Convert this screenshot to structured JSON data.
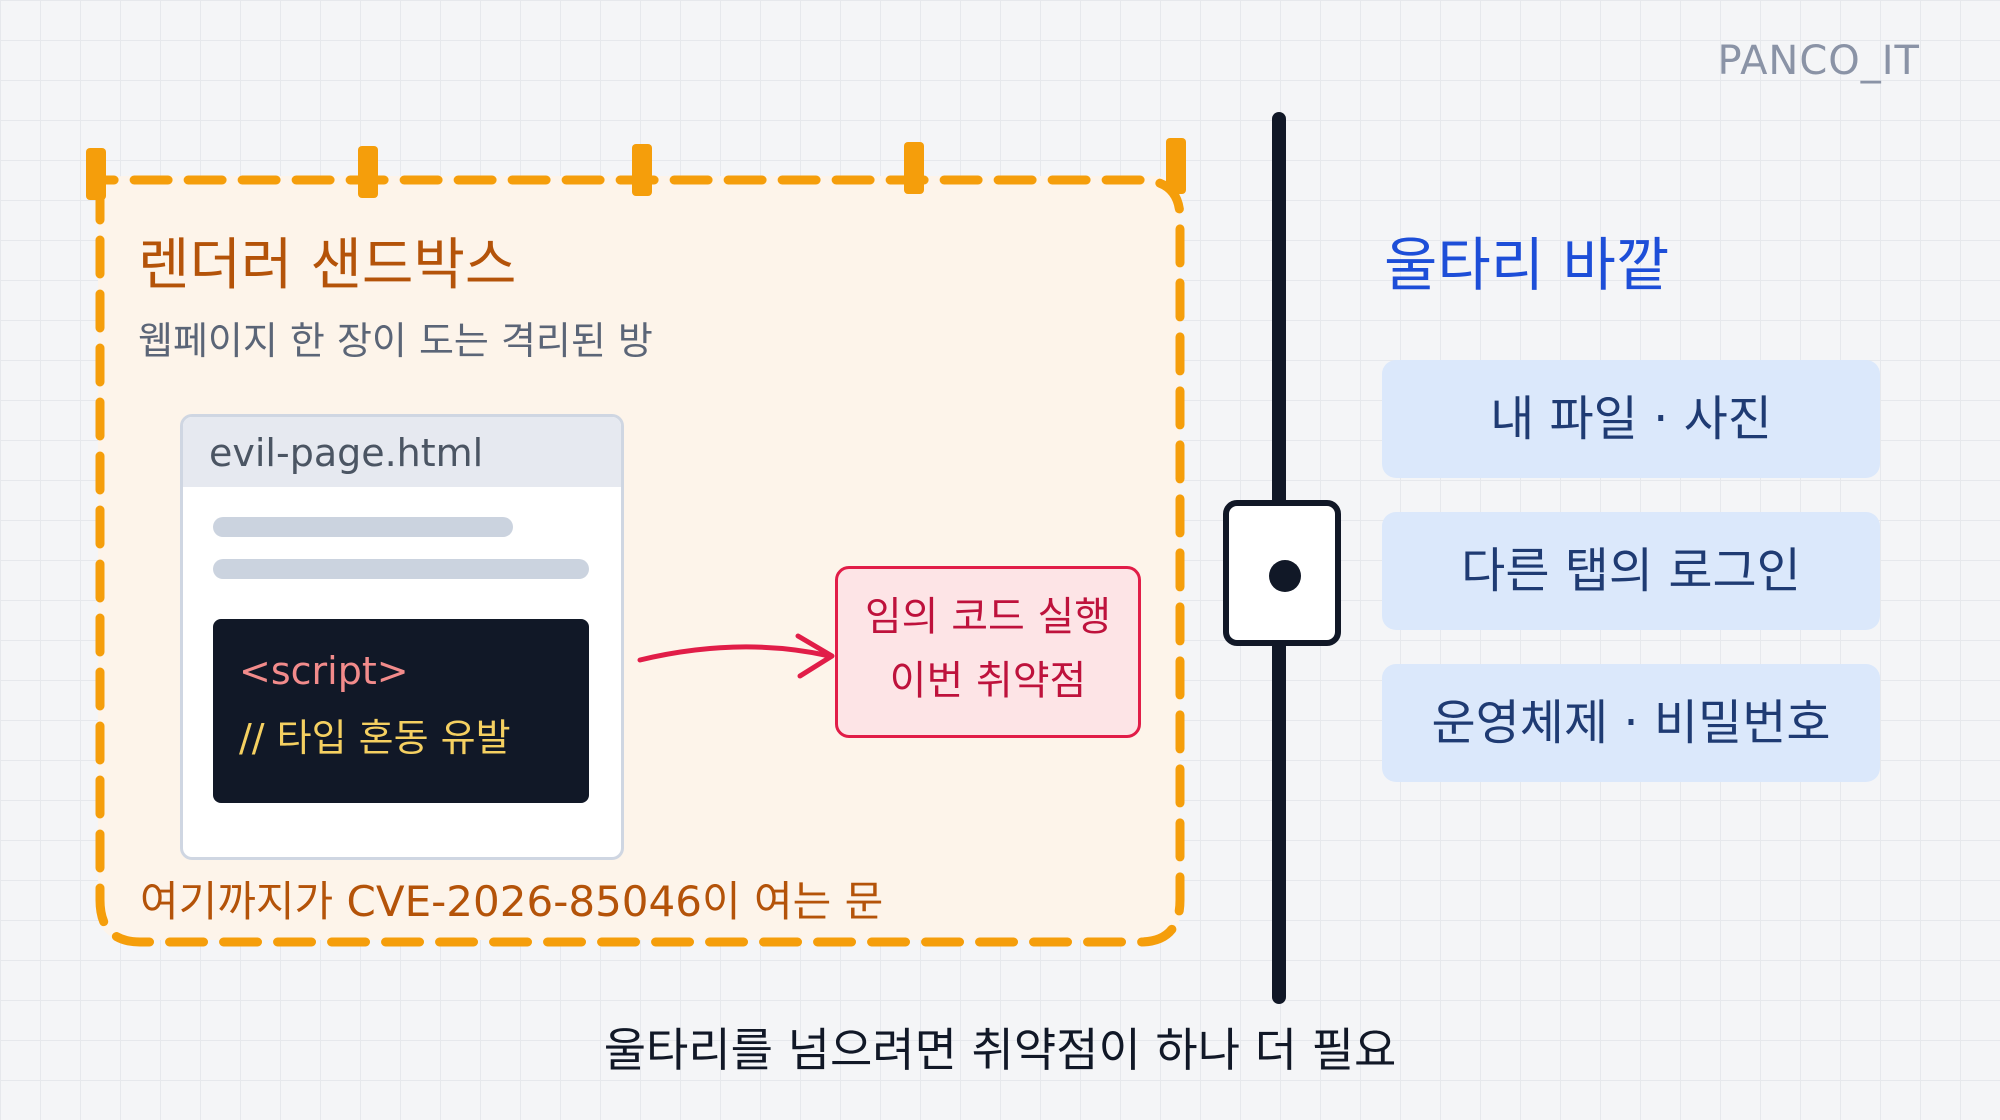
{
  "brand": "PANCO_IT",
  "sandbox": {
    "title": "렌더러 샌드박스",
    "subtitle": "웹페이지 한 장이 도는 격리된 방",
    "footer": "여기까지가 CVE-2026-85046이 여는 문",
    "file": {
      "name": "evil-page.html",
      "code_line1": "<script>",
      "code_line2": "// 타입 혼동 유발"
    },
    "exploit": {
      "line1": "임의 코드 실행",
      "line2": "이번 취약점"
    }
  },
  "outside": {
    "title": "울타리 바깥",
    "items": [
      "내 파일 · 사진",
      "다른 탭의 로그인",
      "운영체제 · 비밀번호"
    ]
  },
  "caption": "울타리를 넘으려면 취약점이 하나 더 필요",
  "colors": {
    "sandbox_border": "#f59e0b",
    "sandbox_text": "#b45309",
    "exploit": "#e11d48",
    "outside_text": "#1d4ed8",
    "wall": "#111827"
  }
}
